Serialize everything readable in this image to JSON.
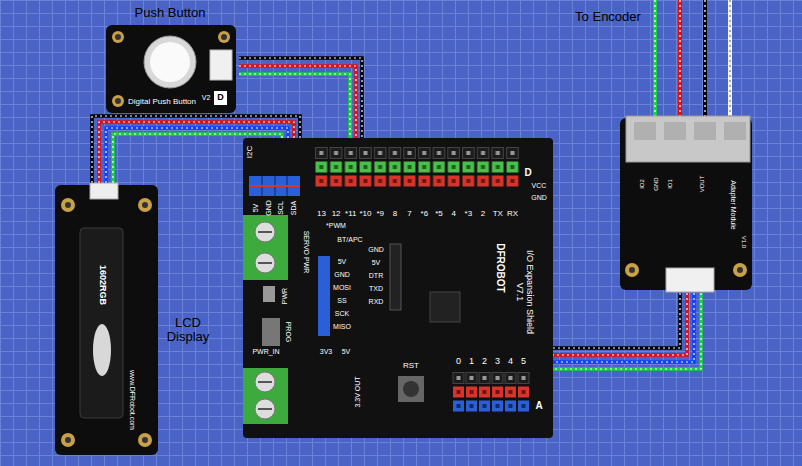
{
  "diagram": {
    "nodes": [
      {
        "text": [
          "Push Button",
          "Digital Push Button",
          "V2",
          "D"
        ]
      },
      {
        "text": [
          "1602RGB",
          "www.DFRobot.com",
          "LCD Display"
        ]
      },
      {
        "text": [
          "DFROBOT",
          "I/O Expansion Shield V7.1"
        ]
      },
      {
        "text": [
          "Adapter Module",
          "V1.0"
        ]
      }
    ],
    "edges": [
      {
        "from": 0,
        "to": 2,
        "arrow": "none"
      },
      {
        "from": 1,
        "to": 2,
        "arrow": "none"
      },
      {
        "from": 3,
        "to": 2,
        "arrow": "none"
      }
    ],
    "labels": [
      "To Encoder",
      "I2C",
      "5V",
      "GND",
      "SCL",
      "SDA",
      "13",
      "12",
      "*11",
      "*10",
      "*9",
      "8",
      "7",
      "*6",
      "*5",
      "4",
      "*3",
      "2",
      "TX",
      "RX",
      "*PWM",
      "D",
      "VCC",
      "GND",
      "SERVO PWR",
      "BT/APC",
      "GND",
      "5V",
      "DTR",
      "TXD",
      "RXD",
      "5V",
      "GND",
      "MOSI",
      "SS",
      "SCK",
      "MISO",
      "PWR",
      "PROG",
      "PWR_IN",
      "3V3",
      "5V",
      "RST",
      "3.3V OUT",
      "0",
      "1",
      "2",
      "3",
      "4",
      "5",
      "A",
      "IO2",
      "GND",
      "IO1",
      "VOUT"
    ]
  }
}
